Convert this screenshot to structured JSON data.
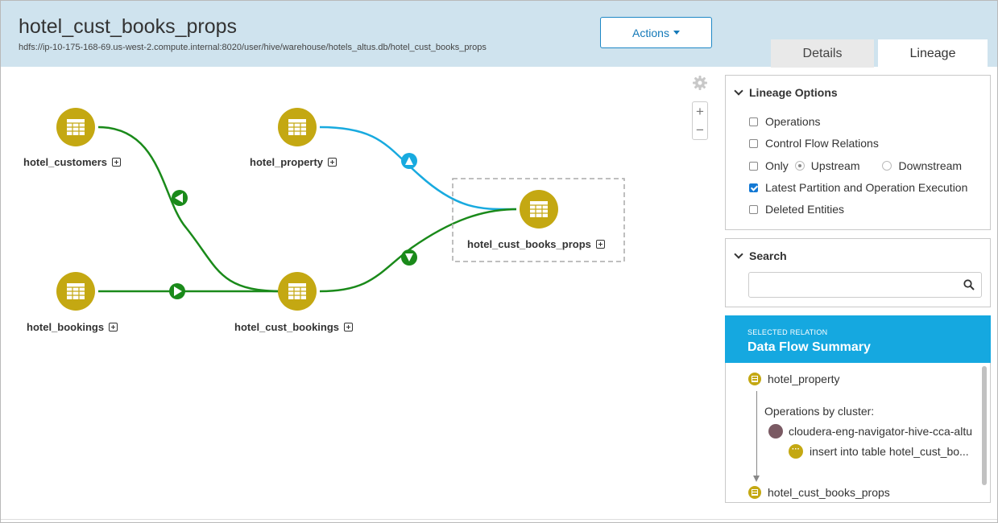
{
  "header": {
    "title": "hotel_cust_books_props",
    "path": "hdfs://ip-10-175-168-69.us-west-2.compute.internal:8020/user/hive/warehouse/hotels_altus.db/hotel_cust_books_props",
    "actions_label": "Actions"
  },
  "tabs": {
    "details": "Details",
    "lineage": "Lineage"
  },
  "graph": {
    "nodes": {
      "hotel_customers": "hotel_customers",
      "hotel_property": "hotel_property",
      "hotel_bookings": "hotel_bookings",
      "hotel_cust_bookings": "hotel_cust_bookings",
      "hotel_cust_books_props": "hotel_cust_books_props"
    },
    "colors": {
      "node": "#c4a812",
      "flow_green": "#1a8a1a",
      "flow_blue": "#18aadf"
    }
  },
  "lineage_options": {
    "title": "Lineage Options",
    "operations": "Operations",
    "control_flow": "Control Flow Relations",
    "only": "Only",
    "upstream": "Upstream",
    "downstream": "Downstream",
    "latest_partition": "Latest Partition and Operation Execution",
    "deleted_entities": "Deleted Entities"
  },
  "search": {
    "title": "Search",
    "value": ""
  },
  "relation": {
    "small_label": "SELECTED RELATION",
    "title": "Data Flow Summary",
    "source": "hotel_property",
    "operations_label": "Operations by cluster:",
    "cluster": "cloudera-eng-navigator-hive-cca-altu",
    "operation": "insert into table hotel_cust_bo...",
    "target": "hotel_cust_books_props"
  }
}
